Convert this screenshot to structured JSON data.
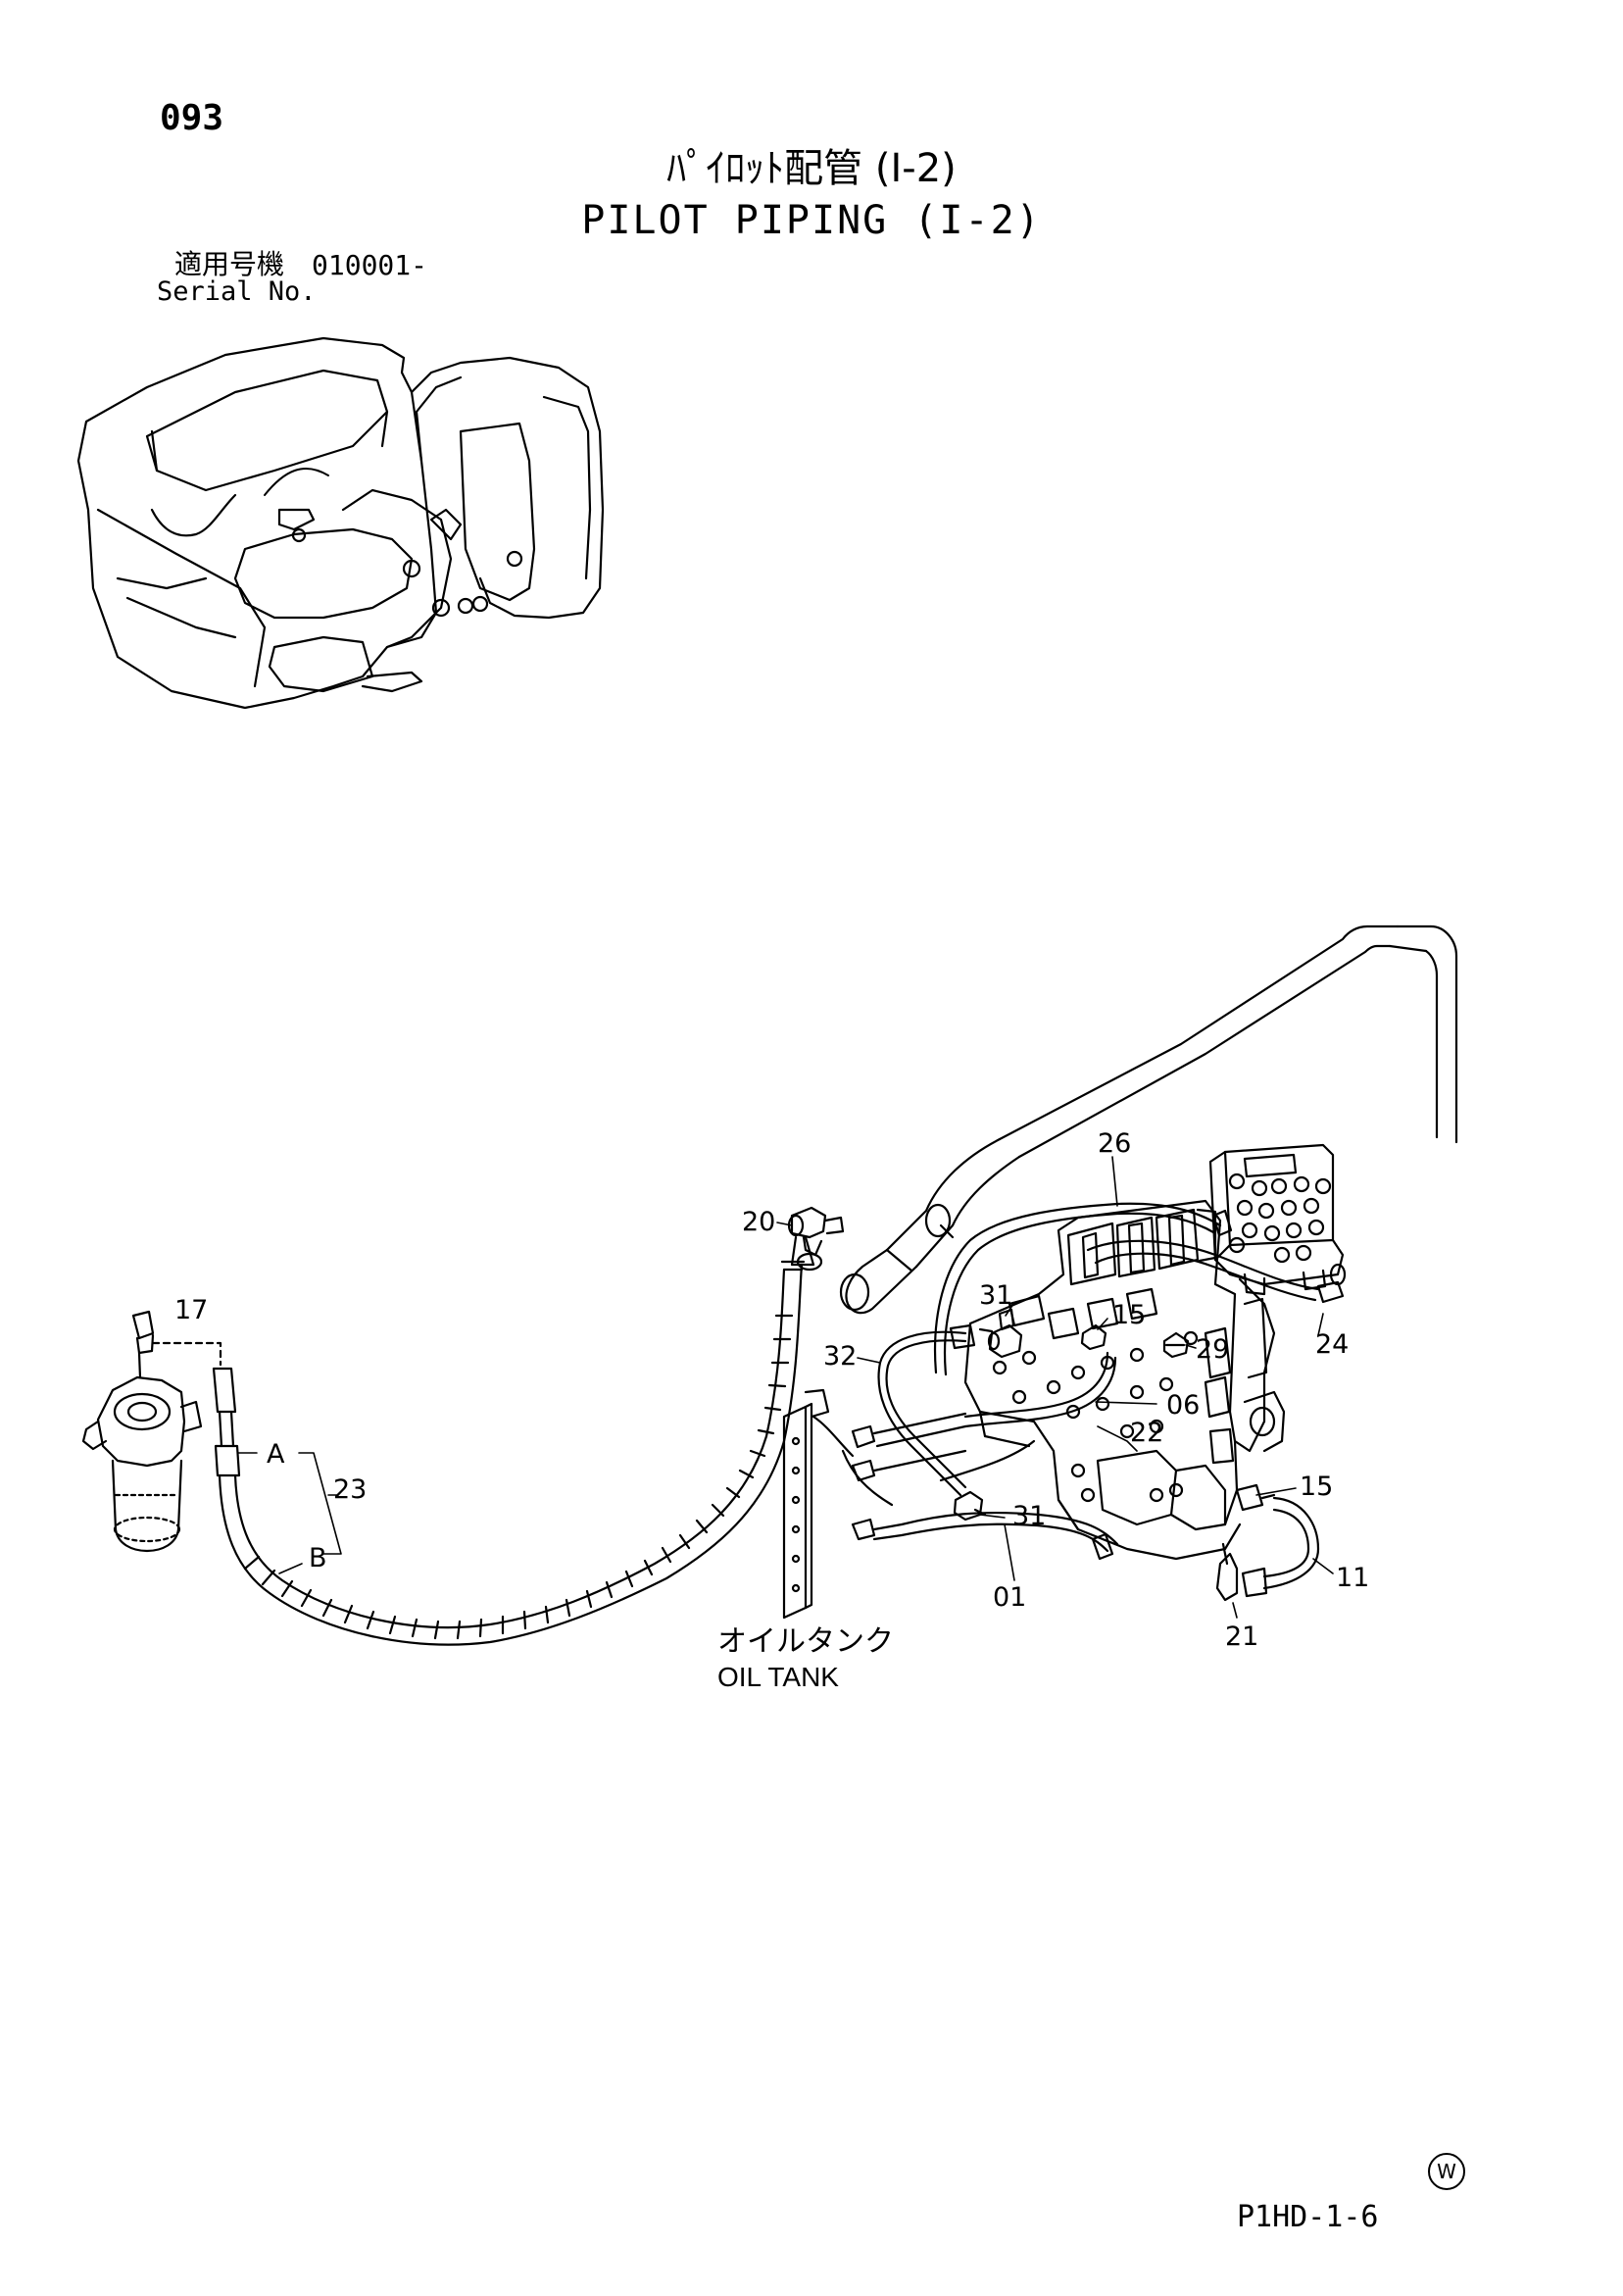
{
  "page_number": "093",
  "title_jp": "ﾊﾟｲﾛｯﾄ配管 (I-2)",
  "title_en": "PILOT PIPING (I-2)",
  "serial_label_jp": "適用号機",
  "serial_value": "010001-",
  "serial_label_en": "Serial No.",
  "oil_tank_jp": "オイルタンク",
  "oil_tank_en": "OIL TANK",
  "document_code": "P1HD-1-6",
  "watermark_mark": "W",
  "callouts": [
    {
      "id": "c26",
      "label": "26"
    },
    {
      "id": "c20",
      "label": "20"
    },
    {
      "id": "c17",
      "label": "17"
    },
    {
      "id": "c31a",
      "label": "31"
    },
    {
      "id": "c15a",
      "label": "15"
    },
    {
      "id": "c29",
      "label": "29"
    },
    {
      "id": "c24",
      "label": "24"
    },
    {
      "id": "c32",
      "label": "32"
    },
    {
      "id": "c06",
      "label": "06"
    },
    {
      "id": "c22",
      "label": "22"
    },
    {
      "id": "cA",
      "label": "A"
    },
    {
      "id": "c23",
      "label": "23"
    },
    {
      "id": "cB",
      "label": "B"
    },
    {
      "id": "c15b",
      "label": "15"
    },
    {
      "id": "c31b",
      "label": "31"
    },
    {
      "id": "c11",
      "label": "11"
    },
    {
      "id": "c01",
      "label": "01"
    },
    {
      "id": "c21",
      "label": "21"
    }
  ]
}
